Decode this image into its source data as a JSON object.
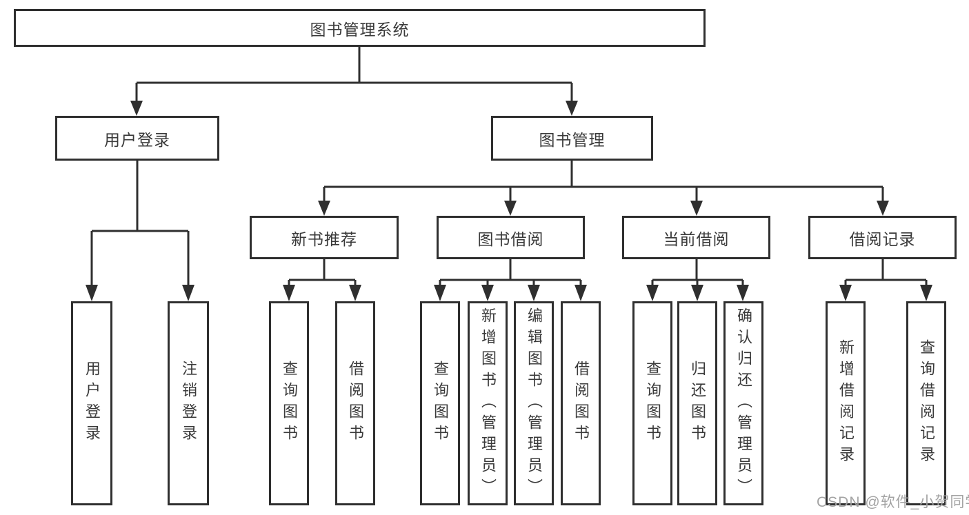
{
  "tree": {
    "label": "图书管理系统",
    "children": [
      {
        "label": "用户登录",
        "children": [
          {
            "label": "用户登录"
          },
          {
            "label": "注销登录"
          }
        ]
      },
      {
        "label": "图书管理",
        "children": [
          {
            "label": "新书推荐",
            "children": [
              {
                "label": "查询图书"
              },
              {
                "label": "借阅图书"
              }
            ]
          },
          {
            "label": "图书借阅",
            "children": [
              {
                "label": "查询图书"
              },
              {
                "label": "新增图书（管理员）"
              },
              {
                "label": "编辑图书（管理员）"
              },
              {
                "label": "借阅图书"
              }
            ]
          },
          {
            "label": "当前借阅",
            "children": [
              {
                "label": "查询图书"
              },
              {
                "label": "归还图书"
              },
              {
                "label": "确认归还（管理员）"
              }
            ]
          },
          {
            "label": "借阅记录",
            "children": [
              {
                "label": "新增借阅记录"
              },
              {
                "label": "查询借阅记录"
              }
            ]
          }
        ]
      }
    ]
  },
  "colors": {
    "line": "#2f2f2f",
    "text": "#3a3a3a",
    "box_background": "#ffffff",
    "watermark": "#a3a3a3"
  },
  "watermark": "CSDN @软件_小贺同学"
}
